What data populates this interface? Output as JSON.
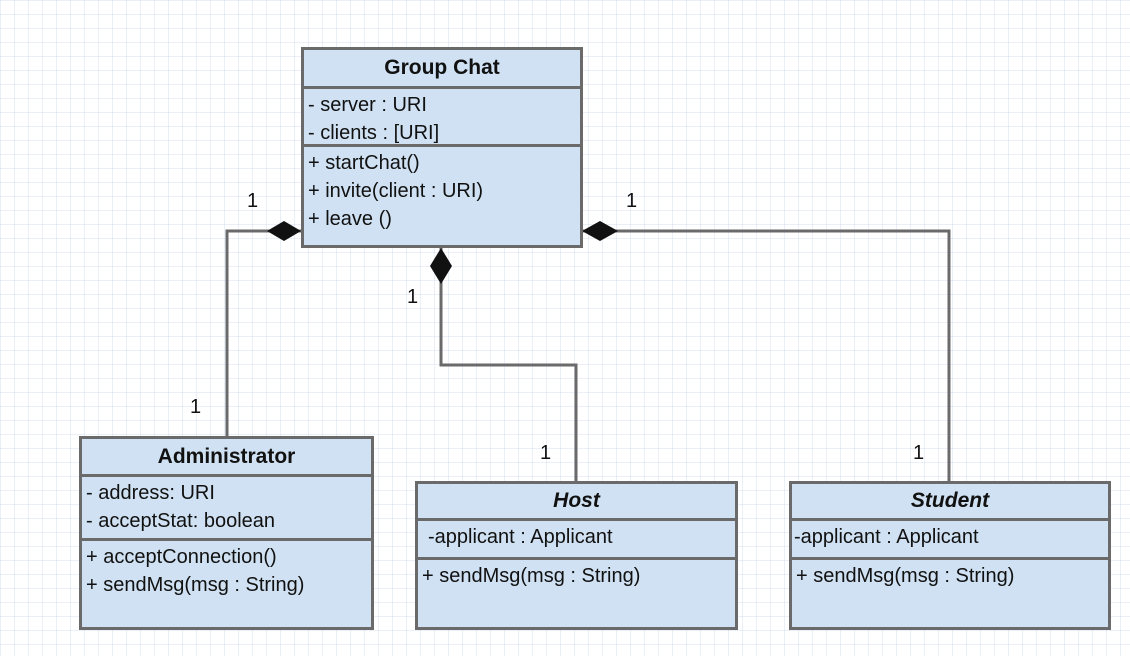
{
  "classes": {
    "group_chat": {
      "name": "Group Chat",
      "attributes": [
        "- server : URI",
        "- clients : [URI]"
      ],
      "operations": [
        "+ startChat()",
        "+ invite(client : URI)",
        "+ leave ()"
      ]
    },
    "administrator": {
      "name": "Administrator",
      "attributes": [
        "- address: URI",
        "- acceptStat: boolean"
      ],
      "operations": [
        "+ acceptConnection()",
        "+ sendMsg(msg : String)"
      ]
    },
    "host": {
      "name": "Host",
      "attributes": [
        "-applicant : Applicant"
      ],
      "operations": [
        "+ sendMsg(msg : String)"
      ]
    },
    "student": {
      "name": "Student",
      "attributes": [
        "-applicant : Applicant"
      ],
      "operations": [
        "+ sendMsg(msg : String)"
      ]
    }
  },
  "multiplicities": {
    "admin_whole": "1",
    "admin_part": "1",
    "host_whole": "1",
    "host_part": "1",
    "student_whole": "1",
    "student_part": "1"
  },
  "colors": {
    "class_fill": "#cfe1f2",
    "border": "#6a6a6a",
    "connector": "#6a6a6a",
    "diamond": "#111111"
  }
}
